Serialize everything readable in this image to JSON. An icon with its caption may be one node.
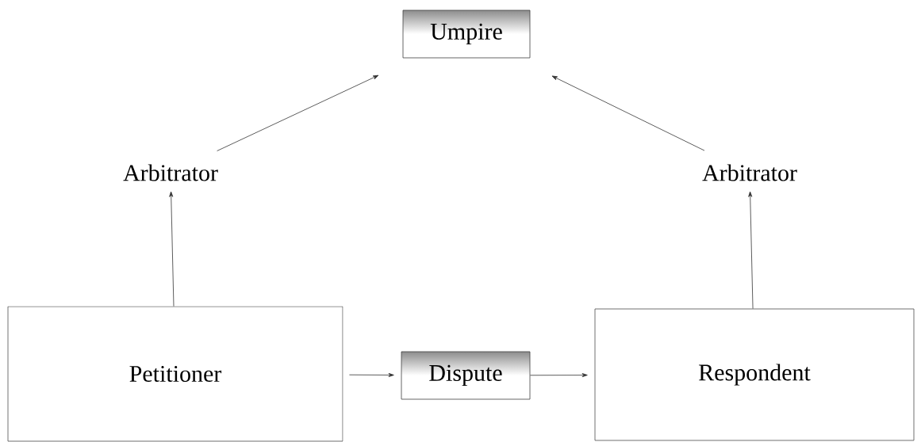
{
  "diagram": {
    "nodes": [
      {
        "text": [
          "Umpire"
        ]
      },
      {
        "text": [
          "Arbitrator"
        ]
      },
      {
        "text": [
          "Arbitrator"
        ]
      },
      {
        "text": [
          "Petitioner"
        ]
      },
      {
        "text": [
          "Dispute"
        ]
      },
      {
        "text": [
          "Respondent"
        ]
      }
    ],
    "edges": [
      {
        "from": 3,
        "to": 1,
        "arrow": "to"
      },
      {
        "from": 1,
        "to": 0,
        "arrow": "to"
      },
      {
        "from": 5,
        "to": 2,
        "arrow": "to"
      },
      {
        "from": 2,
        "to": 0,
        "arrow": "to"
      },
      {
        "from": 3,
        "to": 4,
        "arrow": "to"
      },
      {
        "from": 4,
        "to": 5,
        "arrow": "to"
      }
    ]
  }
}
